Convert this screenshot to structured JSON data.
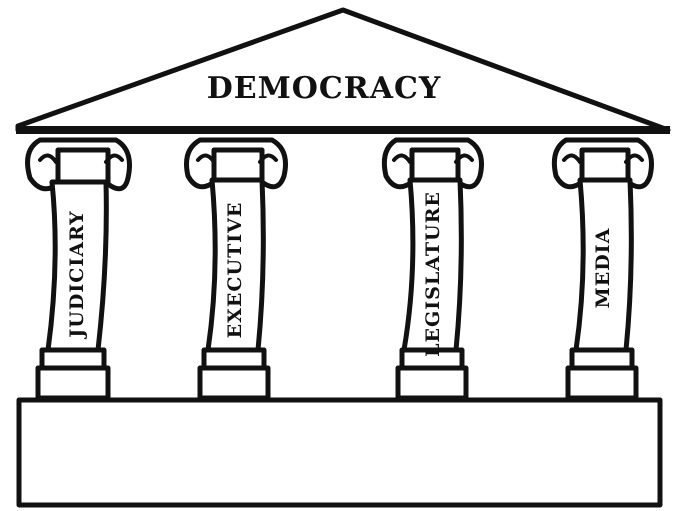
{
  "title": "DEMOCRACY",
  "pillars": [
    {
      "label": "JUDICIARY"
    },
    {
      "label": "EXECUTIVE"
    },
    {
      "label": "LEGISLATURE"
    },
    {
      "label": "MEDIA"
    }
  ],
  "colors": {
    "ink": "#111111",
    "background": "#ffffff"
  }
}
